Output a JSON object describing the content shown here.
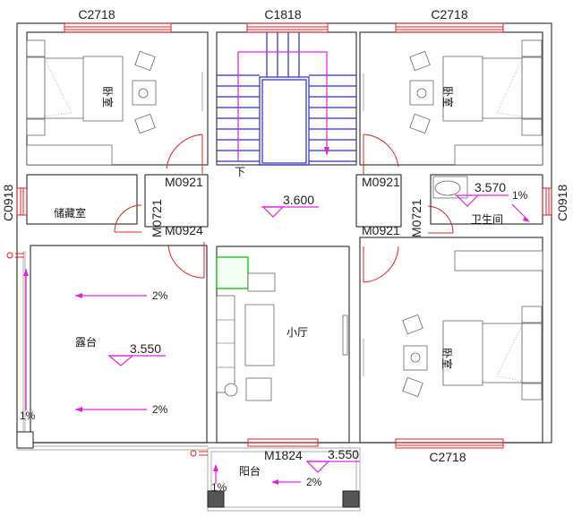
{
  "plan": {
    "type": "architectural-floor-plan",
    "windows": {
      "top_left": "C2718",
      "top_center": "C1818",
      "top_right": "C2718",
      "left": "C0918",
      "right": "C0918",
      "bottom_right": "C2718"
    },
    "doors": {
      "bedroom_top_left": "M0921",
      "bedroom_top_right": "M0921",
      "storage": "M0721",
      "bathroom": "M0721",
      "left_balcony": "M0924",
      "bedroom_bottom_right": "M0921",
      "front_balcony": "M1824"
    },
    "rooms": {
      "bedroom_top_left": "卧室",
      "bedroom_top_right": "卧室",
      "bedroom_bottom_right": "卧室",
      "storage": "储藏室",
      "bathroom": "卫生间",
      "terrace": "露台",
      "small_hall": "小厅",
      "front_balcony": "阳台",
      "stair_down": "下"
    },
    "elevations": {
      "hall": "3.600",
      "bathroom": "3.570",
      "terrace": "3.550",
      "front_balcony": "3.550"
    },
    "slopes": {
      "terrace_top": "2%",
      "terrace_bottom": "2%",
      "terrace_drain": "1%",
      "bathroom": "1%",
      "front_balcony": "2%",
      "front_balcony_drain": "1%"
    },
    "colors": {
      "wall": "#3a3a3a",
      "window": "#e02020",
      "door": "#e02020",
      "stair": "#2a2ad0",
      "annotation": "#e020e0",
      "fixture": "#20c020"
    }
  }
}
